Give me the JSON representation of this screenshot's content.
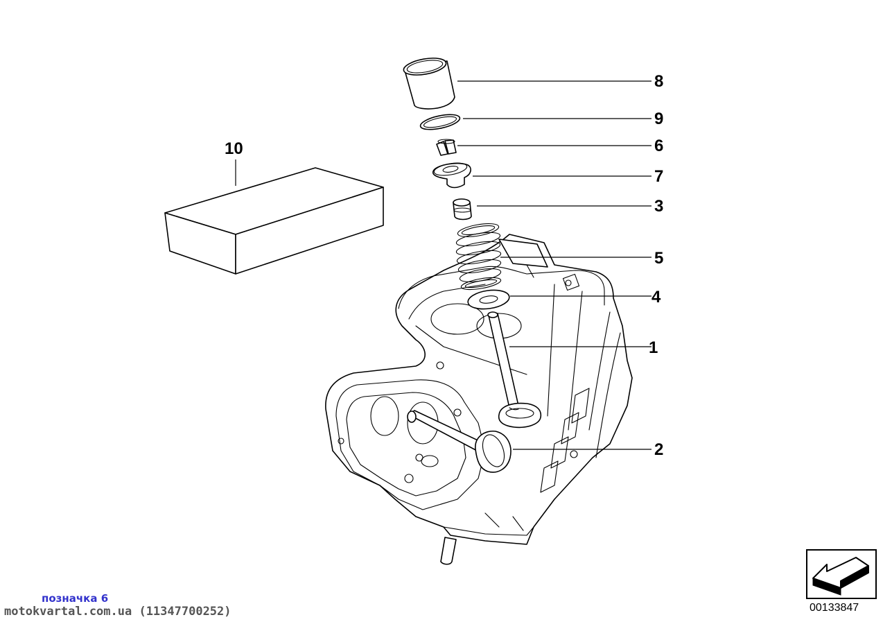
{
  "callouts": {
    "c1": "1",
    "c2": "2",
    "c3": "3",
    "c4": "4",
    "c5": "5",
    "c6": "6",
    "c7": "7",
    "c8": "8",
    "c9": "9",
    "c10": "10"
  },
  "footer": {
    "tag_label": "позначка 6",
    "watermark": "motokvartal.com.ua (11347700252)",
    "diagram_id": "00133847"
  },
  "colors": {
    "tag_label": "#3333cc",
    "watermark": "#555555",
    "lines": "#000000"
  },
  "icons": {
    "nav": "back-arrow-icon"
  }
}
